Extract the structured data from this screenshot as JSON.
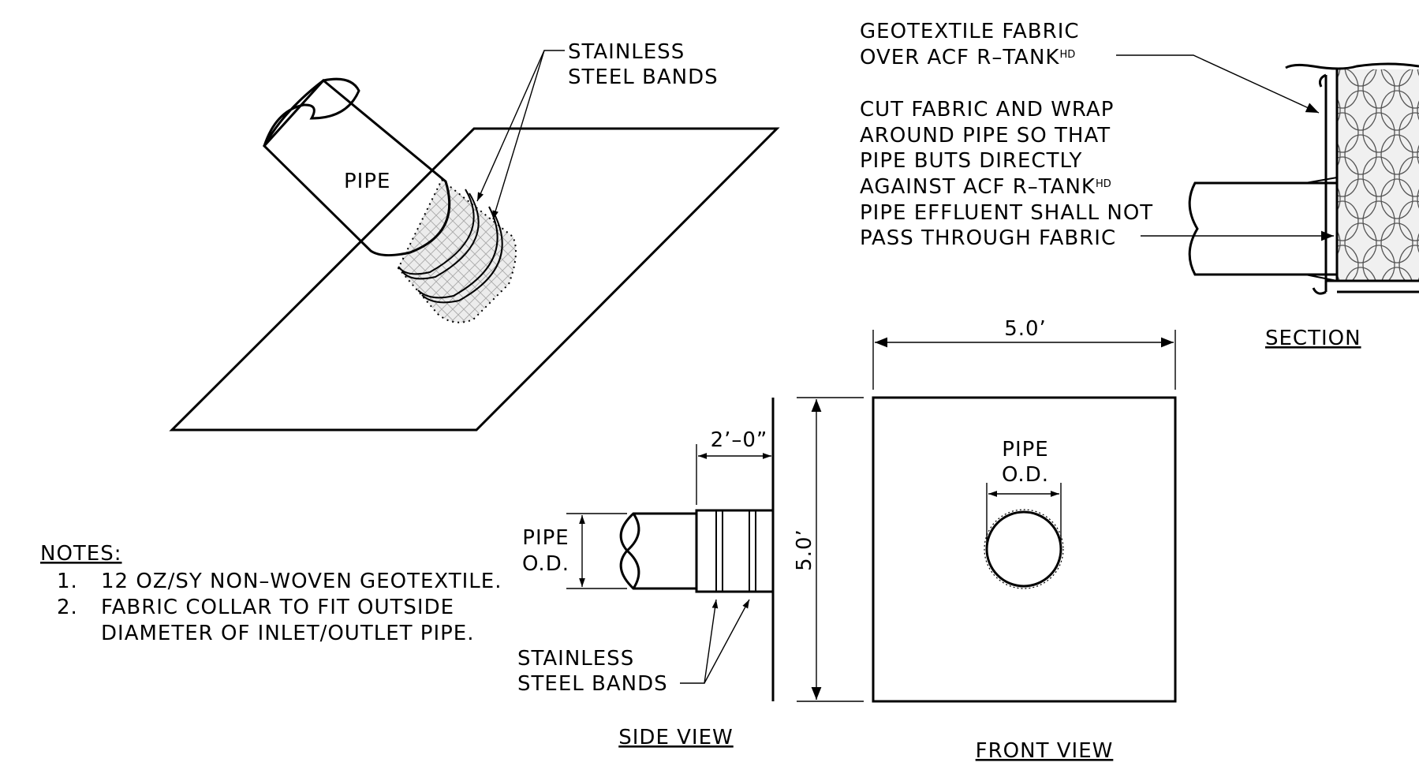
{
  "perspective": {
    "pipe_label": "PIPE",
    "bands_label_line1": "STAINLESS",
    "bands_label_line2": "STEEL BANDS"
  },
  "section": {
    "fabric_label_line1": "GEOTEXTILE FABRIC",
    "fabric_label_line2": "OVER ACF R–TANK",
    "fabric_label_sup": "HD",
    "cut_note_line1": "CUT FABRIC AND WRAP",
    "cut_note_line2": "AROUND PIPE SO THAT",
    "cut_note_line3": "PIPE BUTS DIRECTLY",
    "cut_note_line4": "AGAINST ACF R–TANK",
    "cut_note_line4_sup": "HD",
    "cut_note_line5": "PIPE EFFLUENT SHALL NOT",
    "cut_note_line6": "PASS THROUGH FABRIC",
    "title": "SECTION"
  },
  "front_view": {
    "width_dim": "5.0’",
    "pipe_label_line1": "PIPE",
    "pipe_label_line2": "O.D.",
    "title": "FRONT VIEW"
  },
  "side_view": {
    "collar_dim": "2’–0”",
    "height_dim": "5.0’",
    "pipe_label_line1": "PIPE",
    "pipe_label_line2": "O.D.",
    "bands_label_line1": "STAINLESS",
    "bands_label_line2": "STEEL BANDS",
    "title": "SIDE VIEW"
  },
  "notes": {
    "heading": "NOTES:",
    "items": [
      {
        "num": "1.",
        "line1": "12 OZ/SY NON–WOVEN GEOTEXTILE."
      },
      {
        "num": "2.",
        "line1": "FABRIC COLLAR TO FIT OUTSIDE",
        "line2": "DIAMETER OF INLET/OUTLET PIPE."
      }
    ]
  }
}
